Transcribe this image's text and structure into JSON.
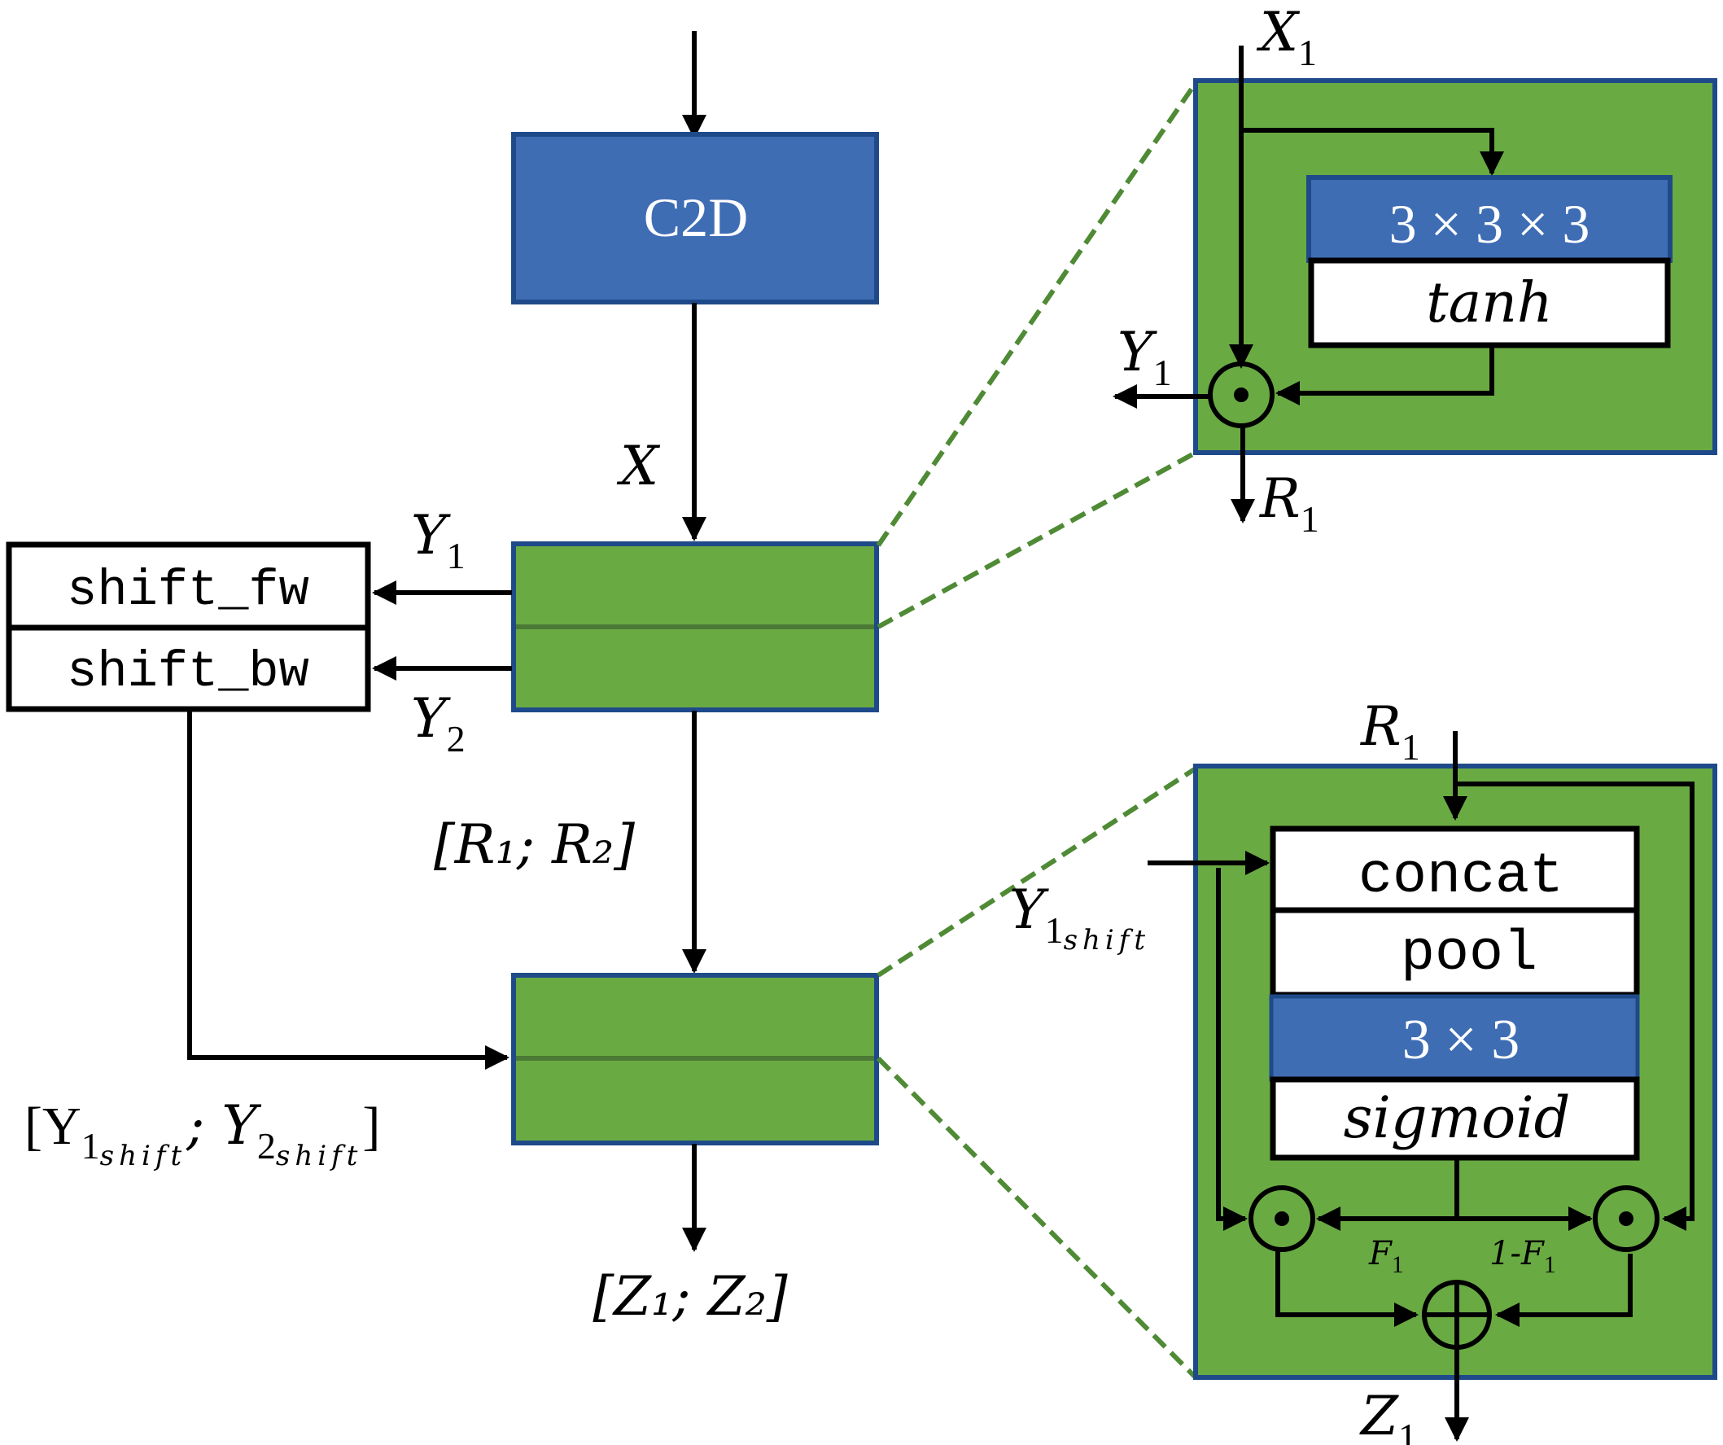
{
  "colors": {
    "green": "#6aaa43",
    "green_divider": "#4a7a35",
    "blue": "#3f6db4",
    "blue_border": "#1f4a8a",
    "dashed": "#4f8a35",
    "line": "#000000"
  },
  "main": {
    "c2d_label": "C2D",
    "x_label": "X",
    "y1_label": "Y",
    "y1_sub": "1",
    "y2_label": "Y",
    "y2_sub": "2",
    "r_label": "[R₁; R₂]",
    "y_shift_label": "[Y",
    "y_shift_a_sub": "1",
    "y_shift_a_subsub": "shift",
    "y_shift_sep": "; Y",
    "y_shift_b_sub": "2",
    "y_shift_b_subsub": "shift",
    "y_shift_close": "]",
    "z_label": "[Z₁; Z₂]",
    "shift_fw": "shift_fw",
    "shift_bw": "shift_bw"
  },
  "detail_top": {
    "x1_label": "X",
    "x1_sub": "1",
    "conv_label": "3 × 3 × 3",
    "act_label": "tanh",
    "y1_label": "Y",
    "y1_sub": "1",
    "r1_label": "R",
    "r1_sub": "1",
    "mult_symbol": "⊙"
  },
  "detail_bottom": {
    "r1_label": "R",
    "r1_sub": "1",
    "y1shift_label": "Y",
    "y1shift_sub": "1",
    "y1shift_subsub": "shift",
    "concat_label": "concat",
    "pool_label": "pool",
    "conv_label": "3 × 3",
    "act_label": "sigmoid",
    "f1_label": "F",
    "f1_sub": "1",
    "one_minus_f1_label": "1-F",
    "one_minus_f1_sub": "1",
    "z1_label": "Z",
    "z1_sub": "1",
    "sum_symbol": "⊕"
  }
}
